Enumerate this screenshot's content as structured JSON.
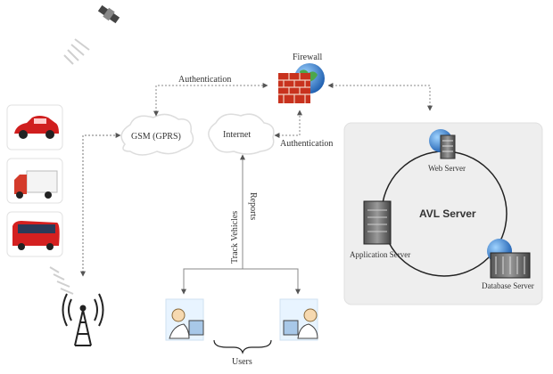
{
  "labels": {
    "firewall": "Firewall",
    "auth_top": "Authentication",
    "auth_right": "Authentication",
    "gsm": "GSM (GPRS)",
    "internet": "Internet",
    "track": "Track Vehicles",
    "reports": "Reports",
    "users": "Users",
    "avl": "AVL Server",
    "web": "Web Server",
    "app": "Application Server",
    "db": "Database Server"
  },
  "vehicles": [
    "car-icon",
    "truck-icon",
    "bus-icon"
  ],
  "colors": {
    "panel": "#eeeeee",
    "brick": "#c8321e",
    "car": "#d01e1e",
    "bus": "#d42020",
    "globe": "#2a7fd4"
  }
}
